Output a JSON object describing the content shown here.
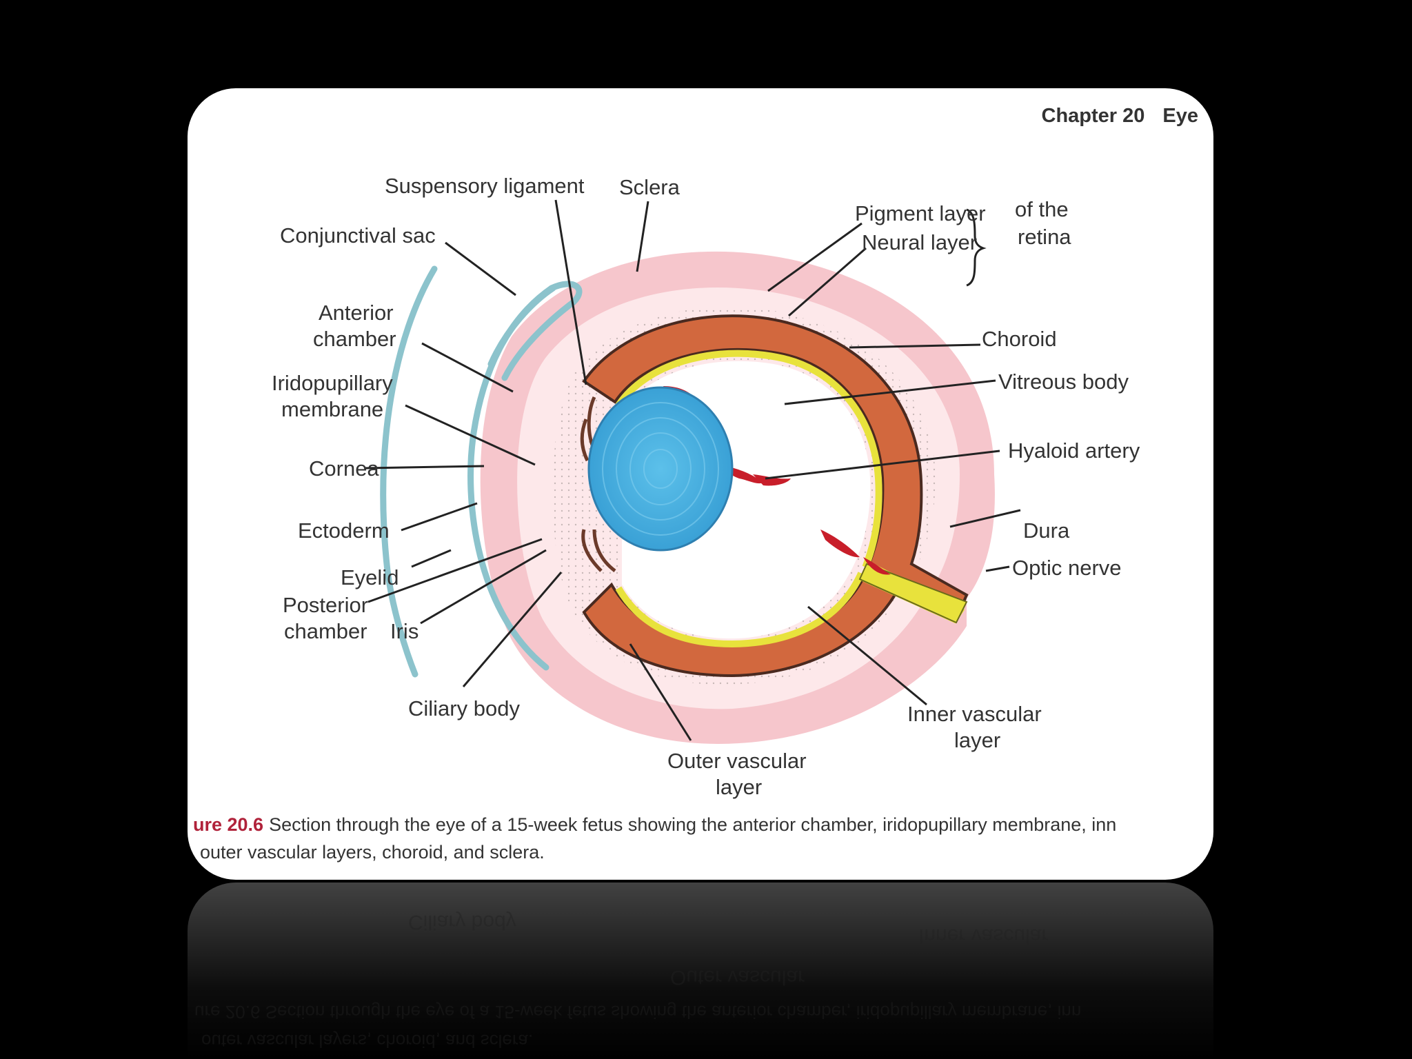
{
  "header": {
    "chapter": "Chapter 20",
    "chapter_title_partial": "Eye"
  },
  "labels": {
    "suspensory_ligament": "Suspensory ligament",
    "sclera": "Sclera",
    "conjunctival_sac": "Conjunctival sac",
    "pigment_layer": "Pigment layer",
    "neural_layer": "Neural layer",
    "of_the": "of the",
    "retina": "retina",
    "anterior": "Anterior",
    "chamber": "chamber",
    "choroid": "Choroid",
    "iridopupillary": "Iridopupillary",
    "membrane": "membrane",
    "vitreous_body": "Vitreous body",
    "hyaloid_artery": "Hyaloid artery",
    "cornea": "Cornea",
    "ectoderm": "Ectoderm",
    "dura": "Dura",
    "optic_nerve": "Optic nerve",
    "eyelid": "Eyelid",
    "posterior": "Posterior",
    "chamber2": "chamber",
    "iris": "Iris",
    "ciliary_body": "Ciliary body",
    "inner_vascular": "Inner vascular",
    "inner_layer": "layer",
    "outer_vascular": "Outer vascular",
    "outer_layer": "layer"
  },
  "caption": {
    "figure_number": "ure 20.6",
    "line1": "Section through the eye of a 15-week fetus showing the anterior chamber, iridopupillary membrane, inn",
    "line2": "outer vascular layers, choroid, and sclera."
  },
  "colors": {
    "lens": "#47aee0",
    "choroid_band": "#d2683e",
    "sclera_halo": "#f6c6cc",
    "retina_yellow": "#e8e23c",
    "vessel_red": "#c81e2a",
    "eyelid_blue": "#8cc3cc",
    "caption_red": "#b0223a"
  }
}
